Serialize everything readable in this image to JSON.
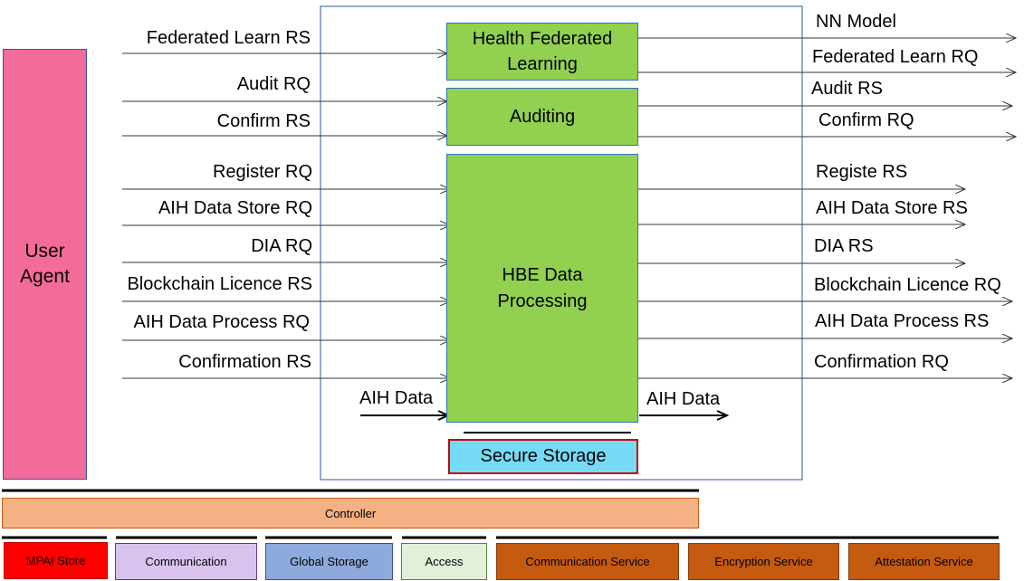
{
  "user_agent": "User Agent",
  "modules": {
    "hfl": "Health Federated Learning",
    "auditing": "Auditing",
    "hbe": "HBE Data Processing",
    "secure_storage": "Secure Storage"
  },
  "inputs": {
    "federated_learn_rs": "Federated Learn RS",
    "audit_rq": "Audit RQ",
    "confirm_rs": "Confirm RS",
    "register_rq": "Register RQ",
    "aih_data_store_rq": "AIH Data Store RQ",
    "dia_rq": "DIA RQ",
    "blockchain_licence_rs": "Blockchain Licence RS",
    "aih_data_process_rq": "AIH Data Process RQ",
    "confirmation_rs": "Confirmation RS",
    "aih_data": "AIH Data"
  },
  "outputs": {
    "nn_model": "NN Model",
    "federated_learn_rq": "Federated Learn RQ",
    "audit_rs": "Audit RS",
    "confirm_rq": "Confirm RQ",
    "registe_rs": "Registe RS",
    "aih_data_store_rs": "AIH Data Store RS",
    "dia_rs": "DIA RS",
    "blockchain_licence_rq": "Blockchain Licence RQ",
    "aih_data_process_rs": "AIH Data Process RS",
    "confirmation_rq": "Confirmation RQ",
    "aih_data": "AIH Data"
  },
  "infrastructure": {
    "controller": "Controller",
    "mpai_store": "MPAI Store",
    "communication": "Communication",
    "global_storage": "Global Storage",
    "access": "Access",
    "communication_service": "Communication Service",
    "encryption_service": "Encryption Service",
    "attestation_service": "Attestation Service"
  },
  "colors": {
    "user_agent": "#f36b9b",
    "module_green": "#92d050",
    "secure_storage": "#75dbf5",
    "controller": "#f4b183",
    "mpai_store": "#ff0000",
    "communication": "#d9c3ee",
    "global_storage": "#8eaadc",
    "access": "#e2efd9",
    "services": "#c55a11"
  }
}
